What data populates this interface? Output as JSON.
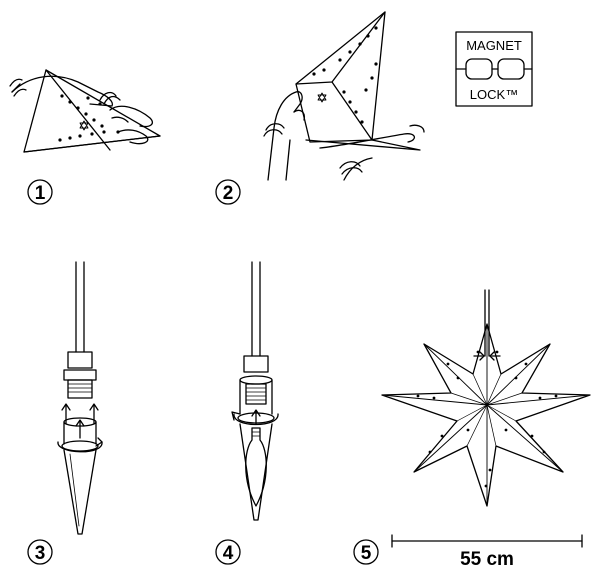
{
  "steps": [
    {
      "number": "1",
      "subject": "folding-paper-star-arms"
    },
    {
      "number": "2",
      "subject": "joining-star-halves"
    },
    {
      "number": "3",
      "subject": "attaching-lamp-socket-holder"
    },
    {
      "number": "4",
      "subject": "inserting-bulb"
    },
    {
      "number": "5",
      "subject": "assembled-star-lamp"
    }
  ],
  "magnet_lock": {
    "line1": "MAGNET",
    "line2": "LOCK™"
  },
  "dimension": {
    "value": "55 cm"
  },
  "colors": {
    "ink": "#000000",
    "paper": "#ffffff"
  }
}
